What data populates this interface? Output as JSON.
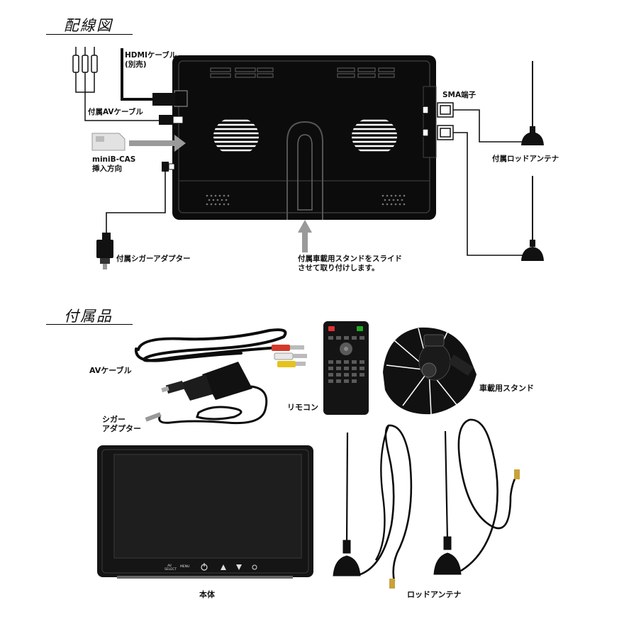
{
  "wiring": {
    "title": "配線図",
    "hdmi_line1": "HDMIケーブル",
    "hdmi_line2": "(別売)",
    "av_cable": "付属AVケーブル",
    "minib_line1": "miniB-CAS",
    "minib_line2": "挿入方向",
    "sma": "SMA端子",
    "rod_antenna": "付属ロッドアンテナ",
    "cigar": "付属シガーアダプター",
    "stand_line1": "付属車載用スタンドをスライド",
    "stand_line2": "させて取り付けします。"
  },
  "accessories": {
    "title": "付属品",
    "av_cable": "AVケーブル",
    "cigar_line1": "シガー",
    "cigar_line2": "アダプター",
    "remote": "リモコン",
    "car_stand": "車載用スタンド",
    "main_unit": "本体",
    "rod_antenna": "ロッドアンテナ",
    "monitor_buttons": [
      "AV SELECT",
      "MENU"
    ]
  },
  "colors": {
    "ink": "#111111",
    "device": "#0c0c0c",
    "arrow_gray": "#9a9a9a"
  }
}
